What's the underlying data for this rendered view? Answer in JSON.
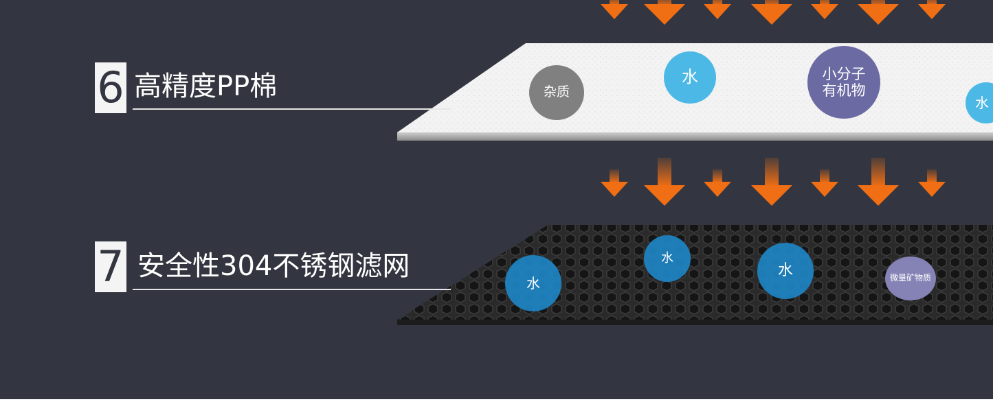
{
  "layers": [
    {
      "number": "6",
      "title": "高精度PP棉",
      "particles": {
        "impurity": "杂质",
        "water": "水",
        "organic": "小分子\n有机物",
        "water_edge": "水"
      }
    },
    {
      "number": "7",
      "title": "安全性304不锈钢滤网",
      "particles": {
        "water_1": "水",
        "water_2": "水",
        "water_3": "水",
        "mineral": "微量矿物质"
      }
    }
  ],
  "colors": {
    "background": "#333640",
    "arrow": "#f06e14",
    "water_bubble": "#4cb8e6",
    "impurity_bubble": "#808080",
    "organic_bubble": "#6b6aa3",
    "mesh_water_bubble": "#1e86c8",
    "mineral_bubble": "#8583b5"
  },
  "icons": [
    "down-arrow-icon"
  ]
}
